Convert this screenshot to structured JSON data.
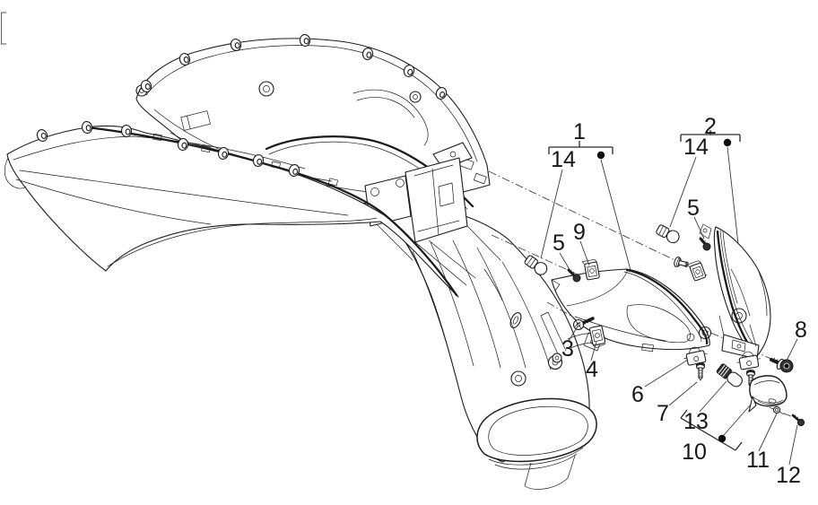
{
  "diagram": {
    "type": "exploded-parts-diagram",
    "subject": "scooter rear body panels and tail light assemblies",
    "background_color": "#ffffff",
    "line_color": "#1c1c1c",
    "leader_color": "#3a3a3a",
    "marker_style": "filled-dot",
    "callouts": {
      "c1": "1",
      "c2": "2",
      "c3": "3",
      "c4": "4",
      "c5a": "5",
      "c5b": "5",
      "c6": "6",
      "c7": "7",
      "c8": "8",
      "c9": "9",
      "c10": "10",
      "c11": "11",
      "c12": "12",
      "c13": "13",
      "c14a": "14",
      "c14b": "14"
    },
    "groups": [
      {
        "label": "1",
        "children": [
          "14",
          "dot-marker"
        ]
      },
      {
        "label": "2",
        "children": [
          "14",
          "dot-marker"
        ]
      },
      {
        "label": "10",
        "children": [
          "13",
          "dot-marker"
        ]
      }
    ]
  }
}
